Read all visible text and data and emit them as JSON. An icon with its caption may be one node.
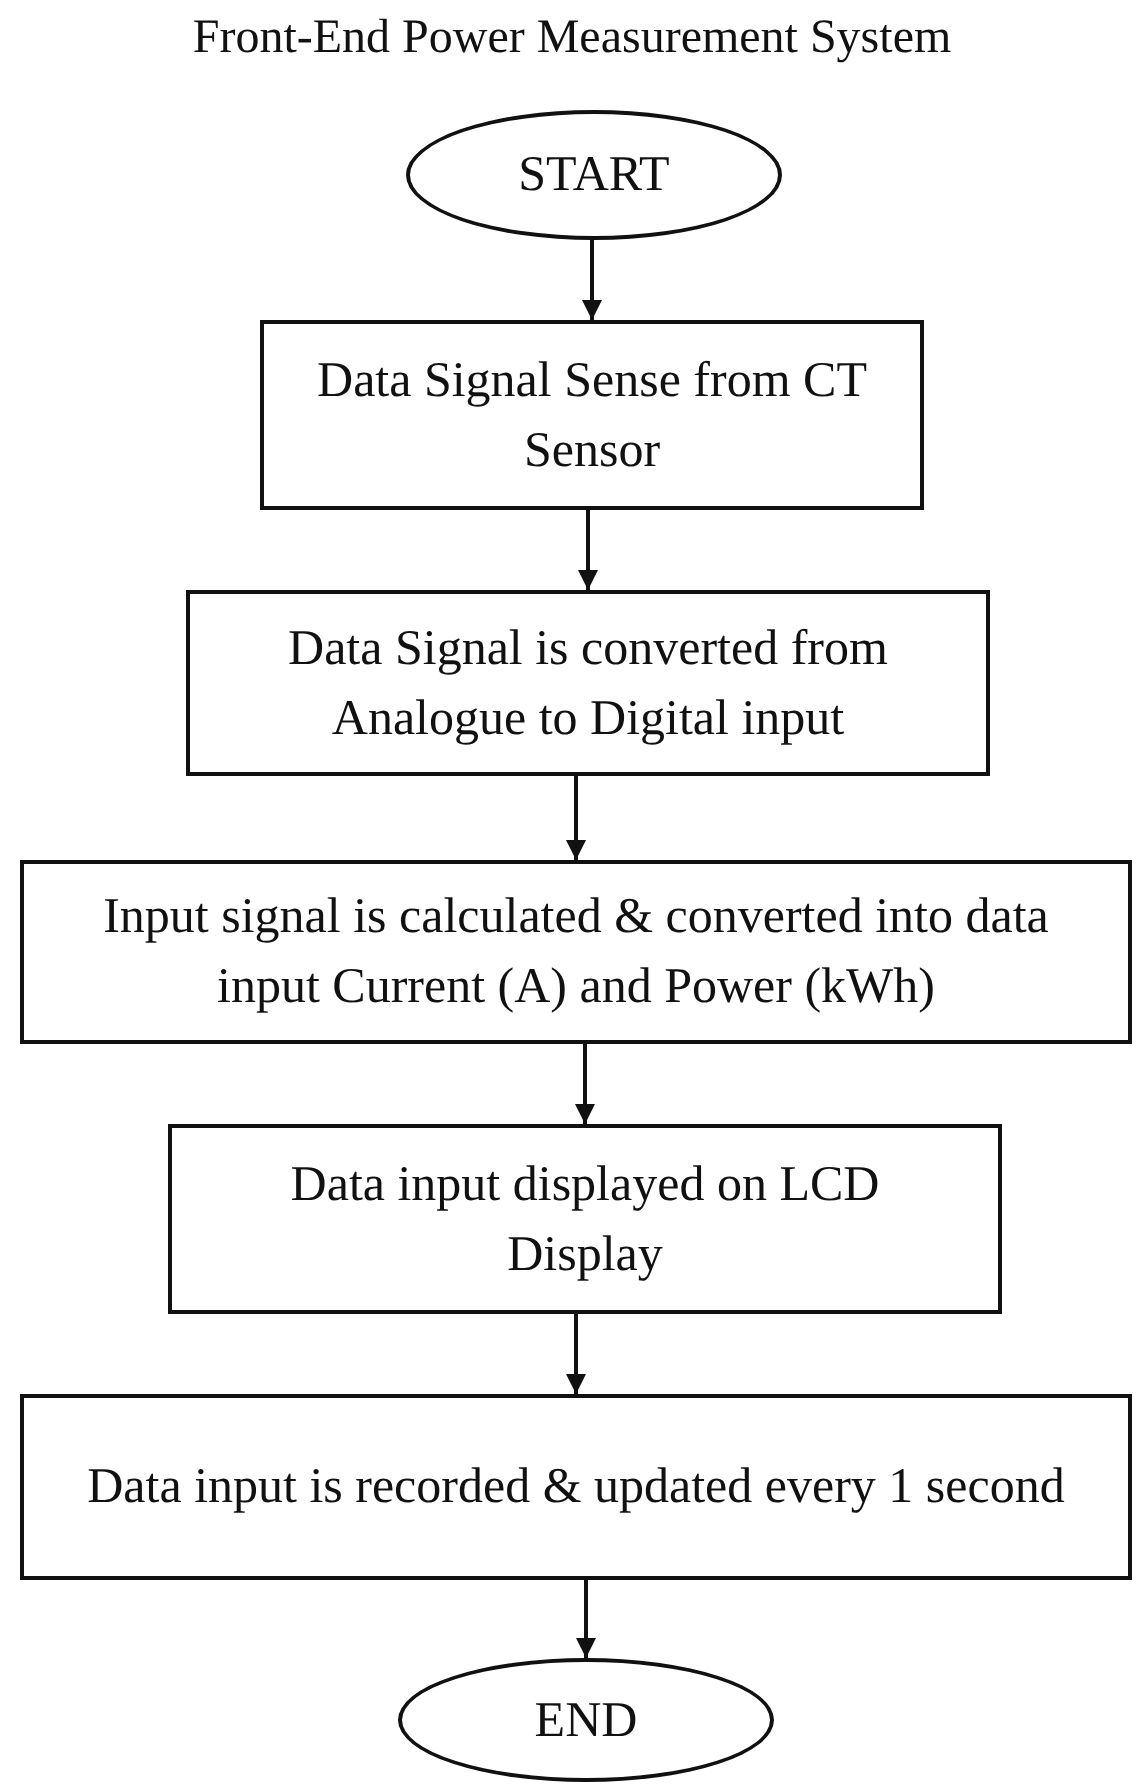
{
  "diagram": {
    "title": "Front-End Power Measurement System",
    "nodes": [
      {
        "text": [
          "START"
        ]
      },
      {
        "text": [
          "Data Signal Sense from CT Sensor"
        ]
      },
      {
        "text": [
          "Data Signal is converted from Analogue to Digital input"
        ]
      },
      {
        "text": [
          "Input signal is calculated & converted into data input Current (A) and Power (kWh)"
        ]
      },
      {
        "text": [
          "Data input displayed on LCD Display"
        ]
      },
      {
        "text": [
          "Data input is recorded & updated every 1 second"
        ]
      },
      {
        "text": [
          "END"
        ]
      }
    ],
    "edges": [
      {
        "from": 0,
        "to": 1,
        "arrow": "to"
      },
      {
        "from": 1,
        "to": 2,
        "arrow": "to"
      },
      {
        "from": 2,
        "to": 3,
        "arrow": "to"
      },
      {
        "from": 3,
        "to": 4,
        "arrow": "to"
      },
      {
        "from": 4,
        "to": 5,
        "arrow": "to"
      },
      {
        "from": 5,
        "to": 6,
        "arrow": "to"
      }
    ]
  }
}
